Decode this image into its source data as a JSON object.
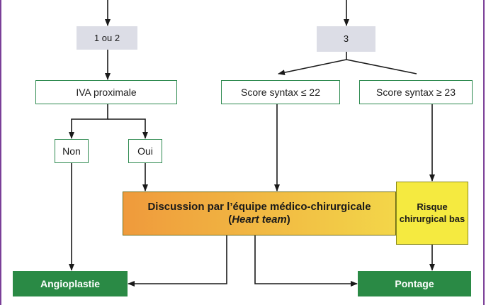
{
  "colors": {
    "frame": "#7b3f98",
    "arrow": "#1a1a1a",
    "decision_border": "#2e8a50",
    "grey_box": "#dcdde6",
    "discussion_gradient_start": "#ef9a3c",
    "discussion_gradient_end": "#f3d649",
    "risk_box": "#f5ea40",
    "terminal_box": "#2a8a45"
  },
  "nodes": {
    "vessels_1_2": "1 ou 2",
    "vessels_3": "3",
    "iva_proximale": "IVA proximale",
    "syntax_low": "Score syntax ≤ 22",
    "syntax_high": "Score syntax ≥ 23",
    "non": "Non",
    "oui": "Oui",
    "discussion_line1": "Discussion par l’équipe médico-chirurgicale",
    "discussion_paren_open": "(",
    "discussion_heart_team": "Heart team",
    "discussion_paren_close": ")",
    "risk": "Risque chirurgical bas",
    "angioplastie": "Angioplastie",
    "pontage": "Pontage"
  }
}
